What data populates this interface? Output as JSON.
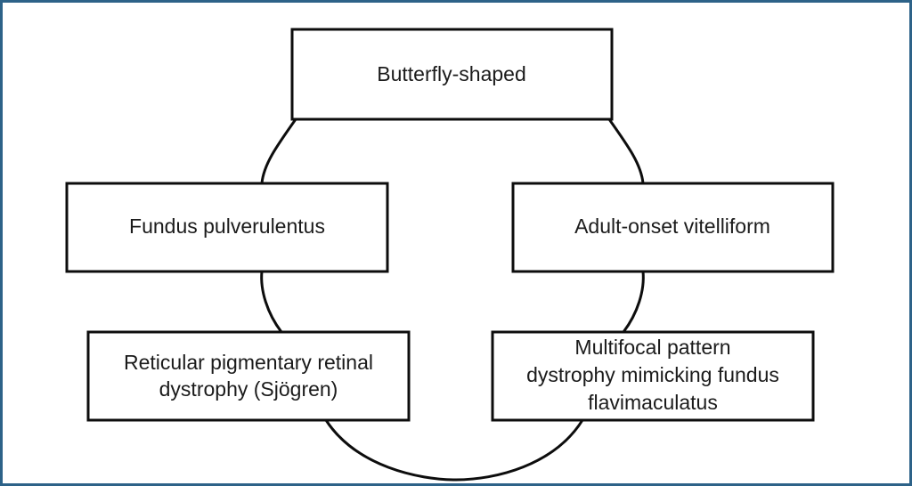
{
  "figure": {
    "type": "flowchart-cycle",
    "frame_color": "#2d6288",
    "box_border_color": "#0d0d0d",
    "box_fill_color": "#ffffff",
    "text_color": "#1b1b1b",
    "connector_color": "#0d0d0d"
  },
  "nodes": {
    "butterfly_shaped": {
      "label": "Butterfly-shaped",
      "lines": [
        "Butterfly-shaped"
      ]
    },
    "fundus_pulverulentus": {
      "label": "Fundus pulverulentus",
      "lines": [
        "Fundus pulverulentus"
      ]
    },
    "adult_onset_vitelliform": {
      "label": "Adult-onset vitelliform",
      "lines": [
        "Adult-onset vitelliform"
      ]
    },
    "reticular_pigmentary": {
      "label": "Reticular pigmentary retinal dystrophy (Sjögren)",
      "lines": [
        "Reticular pigmentary retinal",
        "dystrophy (Sjögren)"
      ]
    },
    "multifocal_pattern": {
      "label": "Multifocal pattern dystrophy mimicking fundus flavimaculatus",
      "lines": [
        "Multifocal pattern",
        "dystrophy mimicking fundus",
        "flavimaculatus"
      ]
    }
  },
  "connectors": [
    {
      "from": "butterfly_shaped",
      "to": "fundus_pulverulentus"
    },
    {
      "from": "butterfly_shaped",
      "to": "adult_onset_vitelliform"
    },
    {
      "from": "fundus_pulverulentus",
      "to": "reticular_pigmentary"
    },
    {
      "from": "adult_onset_vitelliform",
      "to": "multifocal_pattern"
    },
    {
      "from": "reticular_pigmentary",
      "to": "multifocal_pattern"
    }
  ]
}
